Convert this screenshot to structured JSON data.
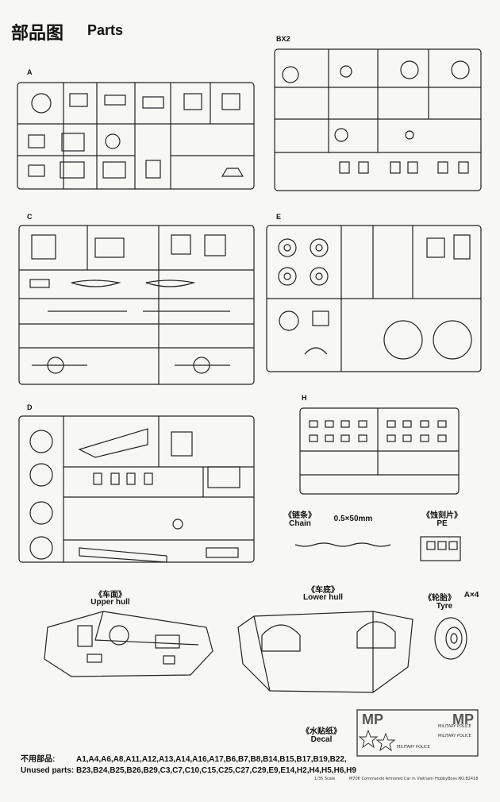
{
  "header": {
    "title_cn": "部品图",
    "title_en": "Parts"
  },
  "sprues": {
    "a": "A",
    "bx2": "BX2",
    "c": "C",
    "e": "E",
    "d": "D",
    "h": "H"
  },
  "extras": {
    "chain_cn": "《链条》",
    "chain_en": "Chain",
    "chain_size": "0.5×50mm",
    "pe_cn": "《蚀刻片》",
    "pe_en": "PE",
    "upper_cn": "《车面》",
    "upper_en": "Upper hull",
    "lower_cn": "《车底》",
    "lower_en": "Lower hull",
    "tyre_cn": "《轮胎》",
    "tyre_qty": "A×4",
    "tyre_en": "Tyre",
    "decal_cn": "《水贴纸》",
    "decal_en": "Decal",
    "decal_mp1": "MP",
    "decal_mp2": "MP",
    "decal_line": "MILITARY POLICE"
  },
  "unused": {
    "label_cn": "不用部品:",
    "label_en": "Unused parts:",
    "line1": "A1,A4,A6,A8,A11,A12,A13,A14,A16,A17,B6,B7,B8,B14,B15,B17,B19,B22,",
    "line2": "B23,B24,B25,B26,B29,C3,C7,C10,C15,C25,C27,C29,E9,E14,H2,H4,H5,H6,H9"
  },
  "footer": {
    "scale": "1/35 Scale",
    "model": "M706 Commando Armored Car in Vietnam",
    "brand": "HobbyBoss NO.82418"
  }
}
